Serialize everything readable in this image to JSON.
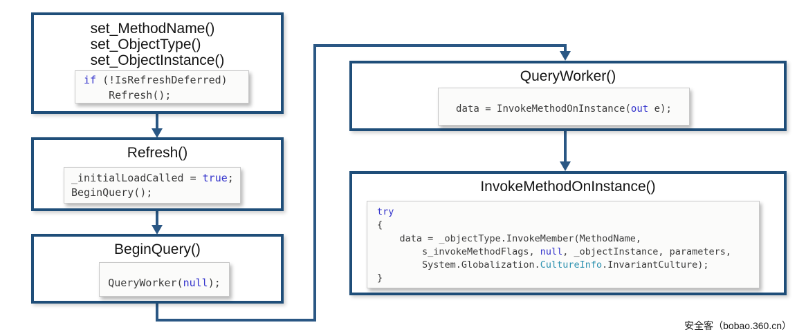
{
  "colors": {
    "border": "#1F4E79",
    "line": "#2A5784",
    "title": "#141414",
    "code": "#3A3A3A",
    "keyword": "#3333CC",
    "type": "#2B91AF",
    "snippet_bg": "#FBFBFA",
    "snippet_border": "#C8C8C8"
  },
  "watermark": "安全客（bobao.360.cn）",
  "nodes": {
    "setters": {
      "title_lines": [
        "set_MethodName()",
        "set_ObjectType()",
        "set_ObjectInstance()"
      ],
      "code": [
        [
          [
            "kw",
            "if"
          ],
          [
            "",
            " (!IsRefreshDeferred)"
          ]
        ],
        [
          [
            "",
            "    Refresh();"
          ]
        ]
      ]
    },
    "refresh": {
      "title": "Refresh()",
      "code": [
        [
          [
            "",
            "_initialLoadCalled = "
          ],
          [
            "kw",
            "true"
          ],
          [
            "",
            ";"
          ]
        ],
        [
          [
            "",
            "BeginQuery();"
          ]
        ]
      ]
    },
    "beginquery": {
      "title": "BeginQuery()",
      "code": [
        [
          [
            "",
            "QueryWorker("
          ],
          [
            "kw",
            "null"
          ],
          [
            "",
            ");"
          ]
        ]
      ]
    },
    "queryworker": {
      "title": "QueryWorker()",
      "code": [
        [
          [
            "",
            "data = InvokeMethodOnInstance("
          ],
          [
            "kw",
            "out"
          ],
          [
            "",
            " e);"
          ]
        ]
      ]
    },
    "invoke": {
      "title": "InvokeMethodOnInstance()",
      "code": [
        [
          [
            "kw",
            "try"
          ]
        ],
        [
          [
            "",
            "{"
          ]
        ],
        [
          [
            "",
            "    data = _objectType.InvokeMember(MethodName,"
          ]
        ],
        [
          [
            "",
            "        s_invokeMethodFlags, "
          ],
          [
            "kw",
            "null"
          ],
          [
            "",
            ", _objectInstance, parameters,"
          ]
        ],
        [
          [
            "",
            "        System.Globalization."
          ],
          [
            "type",
            "CultureInfo"
          ],
          [
            "",
            ".InvariantCulture);"
          ]
        ],
        [
          [
            "",
            "}"
          ]
        ]
      ]
    }
  }
}
